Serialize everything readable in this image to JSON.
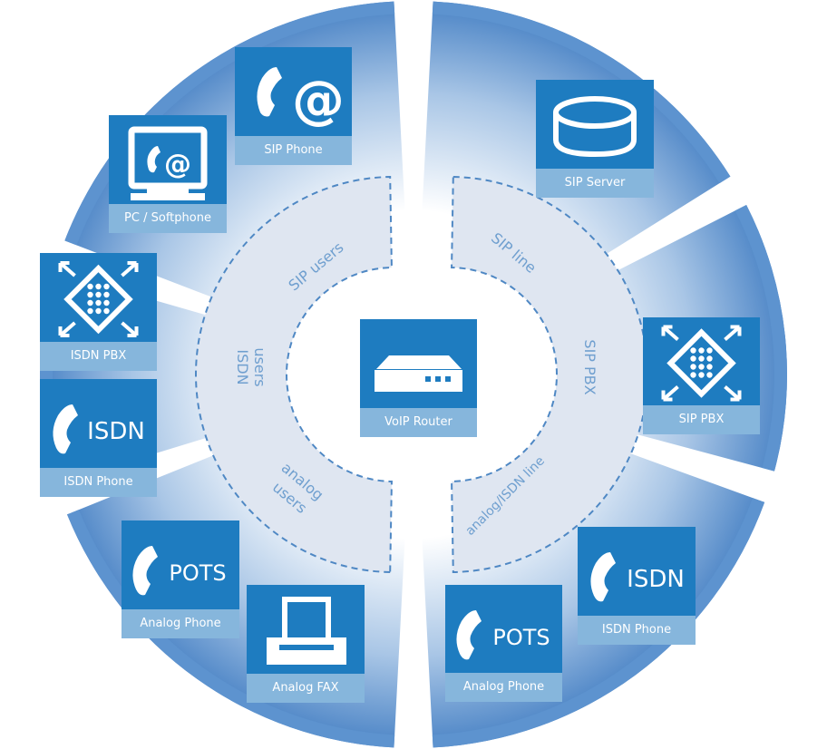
{
  "ring_labels": {
    "sip_users": "SIP users",
    "isdn_users_1": "ISDN",
    "isdn_users_2": "users",
    "analog_users_1": "analog",
    "analog_users_2": "users",
    "sip_line": "SIP line",
    "sip_pbx": "SIP PBX",
    "analog_isdn_line": "analog/ISDN line"
  },
  "center": {
    "label": "VoIP Router",
    "icon": "router-icon"
  },
  "devices": {
    "sip_phone": {
      "label": "SIP Phone",
      "icon": "sip-phone-icon",
      "glyph": "@"
    },
    "pc_softphone": {
      "label": "PC / Softphone",
      "icon": "softphone-monitor-icon",
      "glyph": "@"
    },
    "isdn_pbx": {
      "label": "ISDN PBX",
      "icon": "pbx-icon"
    },
    "isdn_phone_left": {
      "label": "ISDN Phone",
      "icon": "isdn-phone-icon",
      "glyph": "ISDN"
    },
    "analog_phone_left": {
      "label": "Analog Phone",
      "icon": "pots-phone-icon",
      "glyph": "POTS"
    },
    "analog_fax": {
      "label": "Analog FAX",
      "icon": "fax-icon"
    },
    "sip_server": {
      "label": "SIP Server",
      "icon": "server-icon"
    },
    "sip_pbx": {
      "label": "SIP PBX",
      "icon": "pbx-icon"
    },
    "isdn_phone_right": {
      "label": "ISDN Phone",
      "icon": "isdn-phone-icon",
      "glyph": "ISDN"
    },
    "analog_phone_right": {
      "label": "Analog Phone",
      "icon": "pots-phone-icon",
      "glyph": "POTS"
    }
  },
  "colors": {
    "box": "#1e7cc0",
    "box_label": "#86b6dc",
    "ring_fill": "#dfe6f1",
    "ring_stroke": "#4f88c4",
    "ring_text": "#6f9fcf"
  }
}
